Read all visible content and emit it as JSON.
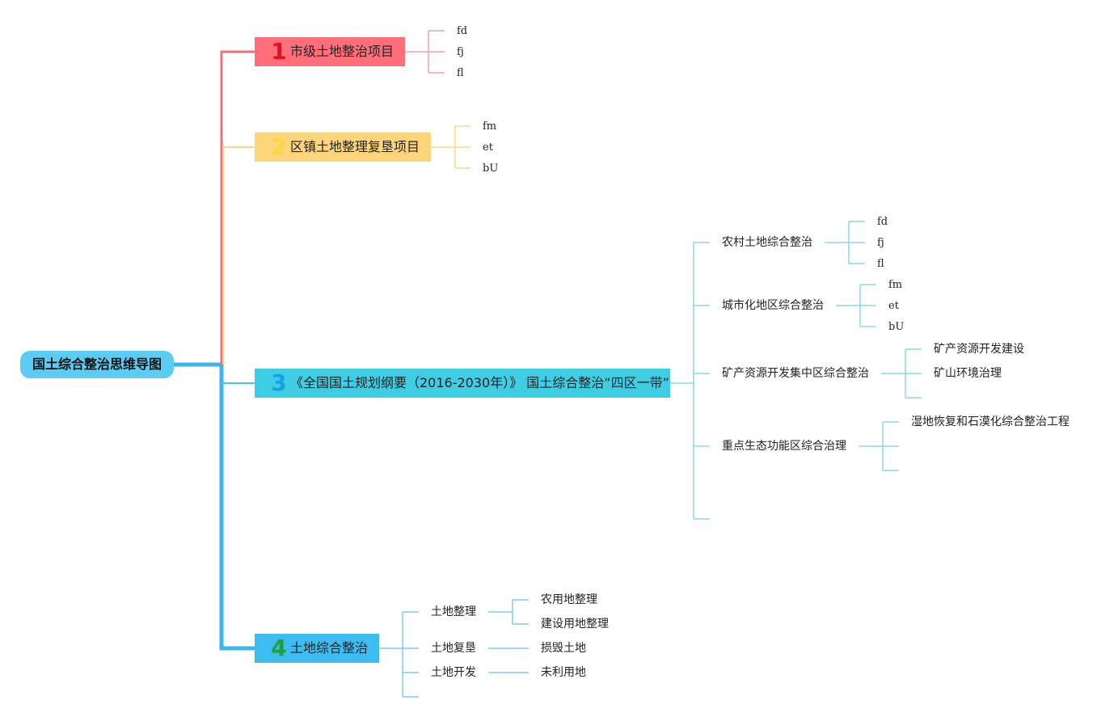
{
  "root": {
    "label": "国土综合整治思维导图"
  },
  "branches": [
    {
      "num": "1",
      "label": "市级土地整治项目",
      "children": [
        "fd",
        "fj",
        "fl"
      ]
    },
    {
      "num": "2",
      "label": "区镇土地整理复垦项目",
      "children": [
        "fm",
        "et",
        "bU"
      ]
    },
    {
      "num": "3",
      "label": "《全国国土规划纲要（2016-2030年）》 国土综合整治“四区一带”",
      "subs": [
        {
          "label": "农村土地综合整治",
          "children": [
            "fd",
            "fj",
            "fl"
          ]
        },
        {
          "label": "城市化地区综合整治",
          "children": [
            "fm",
            "et",
            "bU"
          ]
        },
        {
          "label": "矿产资源开发集中区综合整治",
          "children": [
            "矿产资源开发建设",
            "矿山环境治理"
          ]
        },
        {
          "label": "重点生态功能区综合治理",
          "children": [
            "湿地恢复和石漠化综合整治工程"
          ]
        }
      ]
    },
    {
      "num": "4",
      "label": "土地综合整治",
      "subs": [
        {
          "label": "土地整理",
          "children": [
            "农用地整理",
            "建设用地整理"
          ]
        },
        {
          "label": "土地复垦",
          "children": [
            "损毁土地"
          ]
        },
        {
          "label": "土地开发",
          "children": [
            "未利用地"
          ]
        }
      ]
    }
  ],
  "colors": {
    "branch1": "#ff6f7a",
    "branch2": "#fdd67b",
    "branch3": "#3fcde4",
    "branch4": "#3cbcf0",
    "root": "#5bcdf5"
  }
}
